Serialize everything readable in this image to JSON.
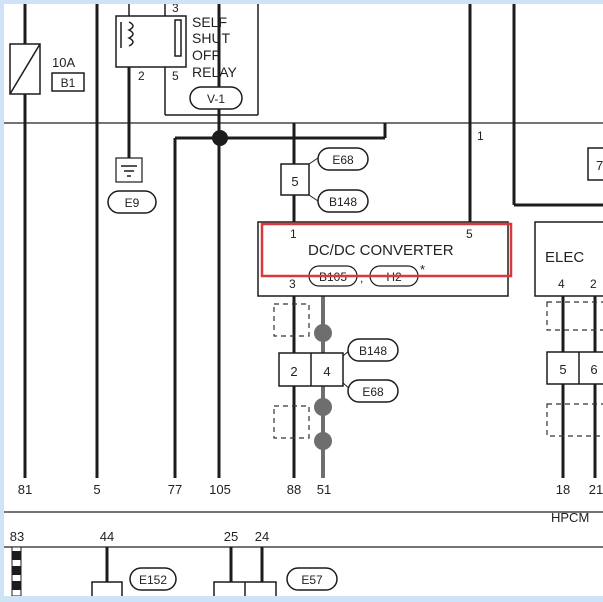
{
  "relay": {
    "lines": [
      "SELF",
      "SHUT",
      "OFF",
      "RELAY"
    ],
    "tag": "V-1",
    "pins": {
      "top_right": "3",
      "bottom_left": "2",
      "bottom_right": "5"
    }
  },
  "fuse": {
    "rating": "10A",
    "tag": "B1"
  },
  "ground": {
    "tag": "E9"
  },
  "converter": {
    "title": "DC/DC CONVERTER",
    "asterisk": "*",
    "tag_a": "B105",
    "separator": ",",
    "tag_b": "H2",
    "pin_top_left": "1",
    "pin_top_right": "5",
    "pin_bottom": "3",
    "highlight_color": "#d9393c"
  },
  "connector_top": {
    "pin": "5",
    "tag_top": "E68",
    "tag_bottom": "B148"
  },
  "connector_mid": {
    "pin_left": "2",
    "pin_right": "4",
    "tag_top": "B148",
    "tag_bottom": "E68"
  },
  "electrical_box": {
    "label": "ELEC",
    "pin_a": "4",
    "pin_b": "2",
    "conn_a": "5",
    "conn_b": "6",
    "partial_box_text": "7"
  },
  "top_right_wire_num": "1",
  "bottom_row_numbers": [
    "81",
    "5",
    "77",
    "105",
    "88",
    "51",
    "18",
    "21"
  ],
  "hpcm_label": "HPCM",
  "second_section": {
    "numbers": [
      "83",
      "44",
      "25",
      "24"
    ],
    "tag_a": "E152",
    "tag_b": "E57"
  },
  "colors": {
    "wire": "#1c1c1c",
    "grey_wire": "#6e6e6e",
    "highlight": "#d9393c",
    "frame": "#cfe3f7"
  }
}
